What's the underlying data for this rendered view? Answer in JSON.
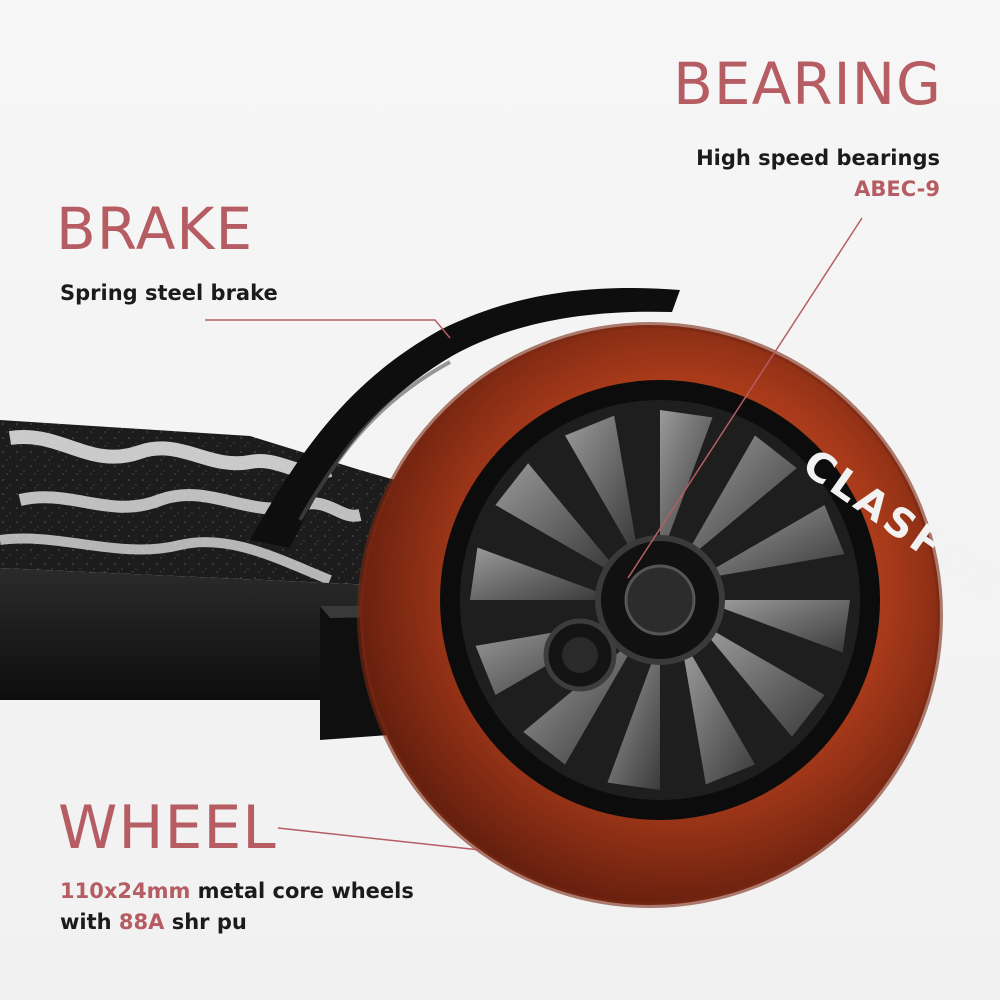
{
  "colors": {
    "accent": "#b65d63",
    "text": "#1b1b1b",
    "wheel": "#b3431f"
  },
  "bearing": {
    "title": "BEARING",
    "line1": "High speed bearings",
    "line2": "ABEC-9"
  },
  "brake": {
    "title": "BRAKE",
    "desc": "Spring steel brake"
  },
  "wheel": {
    "title": "WHEEL",
    "size": "110x24mm",
    "desc_rest": " metal core wheels",
    "with_label": "with ",
    "hardness": "88A",
    "material": " shr pu"
  }
}
